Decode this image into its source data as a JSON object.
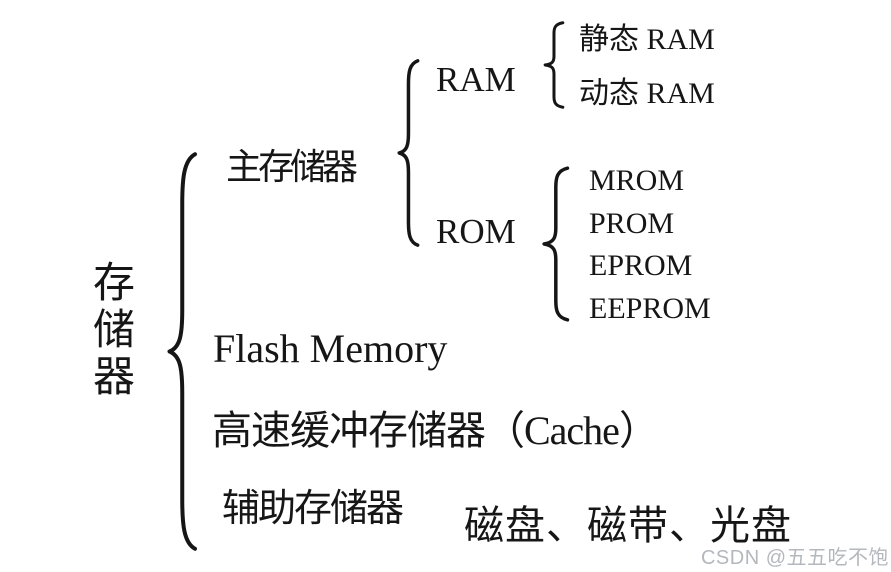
{
  "colors": {
    "text": "#161616",
    "background": "#ffffff",
    "watermark_gray": "#b4b8bc"
  },
  "diagram": {
    "root": {
      "label": "存储器"
    },
    "main_memory": {
      "label": "主存储器"
    },
    "ram": {
      "label": "RAM",
      "items": [
        "静态 RAM",
        "动态 RAM"
      ]
    },
    "rom": {
      "label": "ROM",
      "items": [
        "MROM",
        "PROM",
        "EPROM",
        "EEPROM"
      ]
    },
    "flash": {
      "label": "Flash Memory"
    },
    "cache": {
      "label": "高速缓冲存储器（Cache）"
    },
    "auxiliary": {
      "label": "辅助存储器",
      "examples": "磁盘、磁带、光盘"
    }
  },
  "watermark": {
    "text": "CSDN @五五吃不饱"
  }
}
